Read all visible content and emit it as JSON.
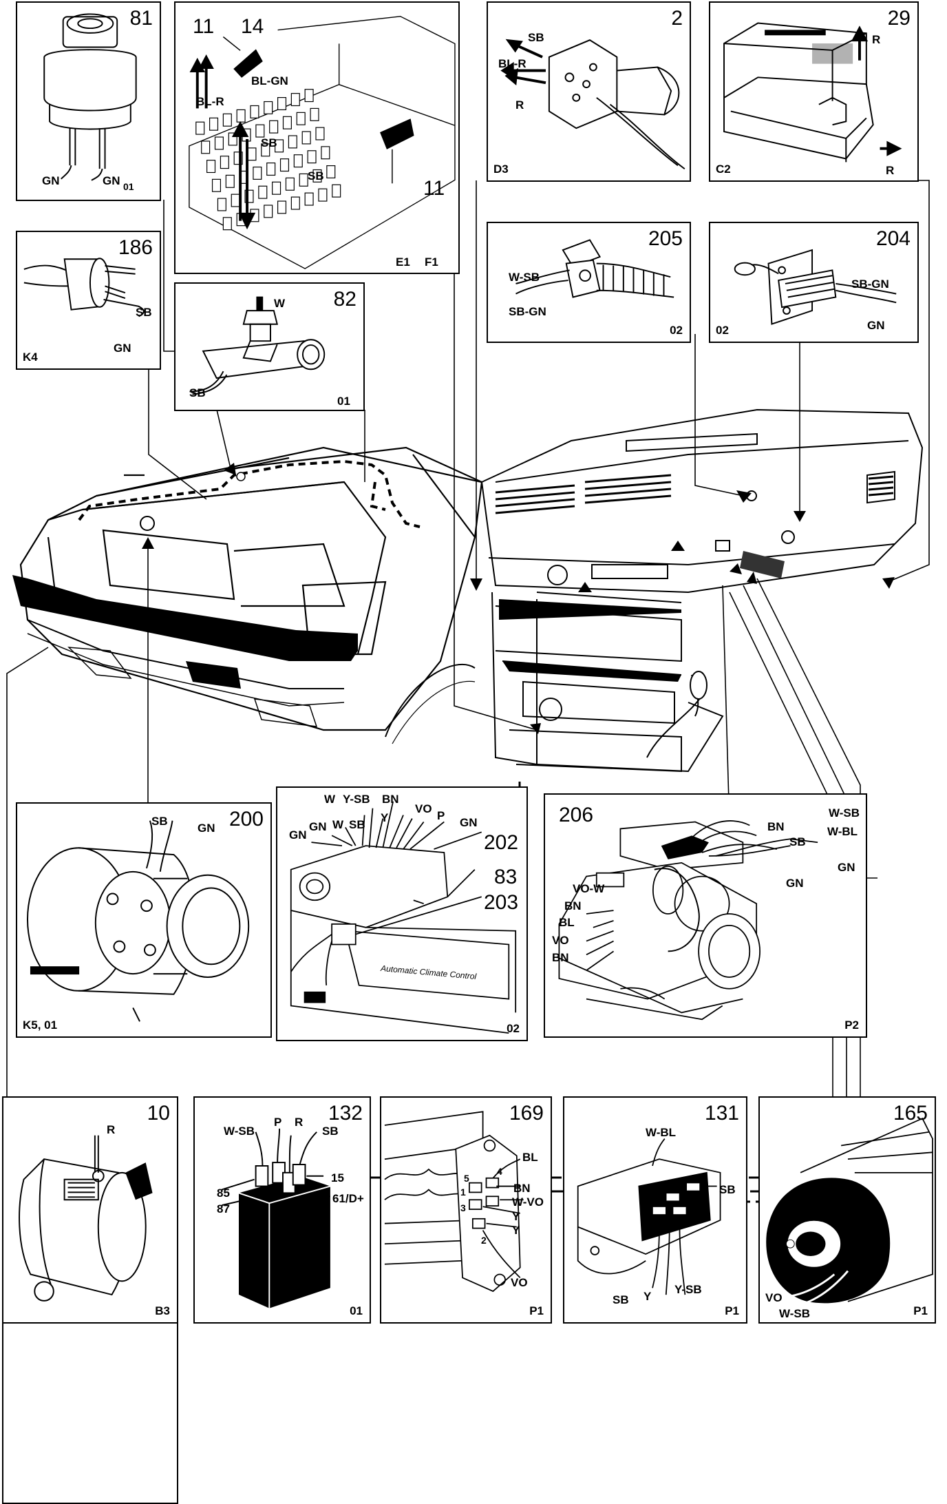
{
  "components": {
    "c81": {
      "number": "81",
      "location": "01",
      "wires": [
        "GN",
        "GN"
      ]
    },
    "c11_14": {
      "numbers": [
        "11",
        "14"
      ],
      "callout_11": "11",
      "locations": [
        "E1",
        "F1"
      ],
      "wires": [
        "BL-R",
        "BL-GN",
        "SB",
        "SB"
      ]
    },
    "c2": {
      "number": "2",
      "location": "D3",
      "wires": [
        "SB",
        "BL-R",
        "R"
      ]
    },
    "c29": {
      "number": "29",
      "location": "C2",
      "wires": [
        "R",
        "R"
      ]
    },
    "c186": {
      "number": "186",
      "location": "K4",
      "wires": [
        "SB",
        "GN"
      ]
    },
    "c82": {
      "number": "82",
      "location": "01",
      "wires": [
        "W",
        "SB"
      ]
    },
    "c205": {
      "number": "205",
      "location": "02",
      "wires": [
        "W-SB",
        "SB-GN"
      ]
    },
    "c204": {
      "number": "204",
      "location": "02",
      "wires": [
        "SB-GN",
        "GN"
      ]
    },
    "c200": {
      "number": "200",
      "location": "K5, 01",
      "wires": [
        "SB",
        "GN"
      ]
    },
    "c202": {
      "numbers": [
        "202",
        "83",
        "203"
      ],
      "location": "02",
      "wires": [
        "W",
        "Y-SB",
        "BN",
        "GN",
        "GN",
        "W",
        "SB",
        "Y",
        "VO",
        "P",
        "GN"
      ],
      "panel_text": "Automatic Climate Control"
    },
    "c206": {
      "number": "206",
      "location": "P2",
      "wires": [
        "BN",
        "W-SB",
        "SB",
        "W-BL",
        "GN",
        "GN",
        "VO-W",
        "BN",
        "BL",
        "VO",
        "BN"
      ]
    },
    "c10": {
      "number": "10",
      "location": "B3",
      "wires": [
        "R"
      ]
    },
    "c132": {
      "number": "132",
      "location": "01",
      "wires": [
        "W-SB",
        "P",
        "R",
        "SB"
      ],
      "terminals": [
        "85",
        "87",
        "15",
        "61/D+"
      ]
    },
    "c169": {
      "number": "169",
      "location": "P1",
      "wires": [
        "BL",
        "BN",
        "W-VO",
        "Y",
        "Y",
        "VO"
      ],
      "pins": [
        "5",
        "4",
        "1",
        "3",
        "2"
      ]
    },
    "c131": {
      "number": "131",
      "location": "P1",
      "wires": [
        "W-BL",
        "SB",
        "SB",
        "Y",
        "Y-SB"
      ]
    },
    "c165": {
      "number": "165",
      "location": "P1",
      "wires": [
        "VO",
        "W-SB"
      ]
    }
  }
}
